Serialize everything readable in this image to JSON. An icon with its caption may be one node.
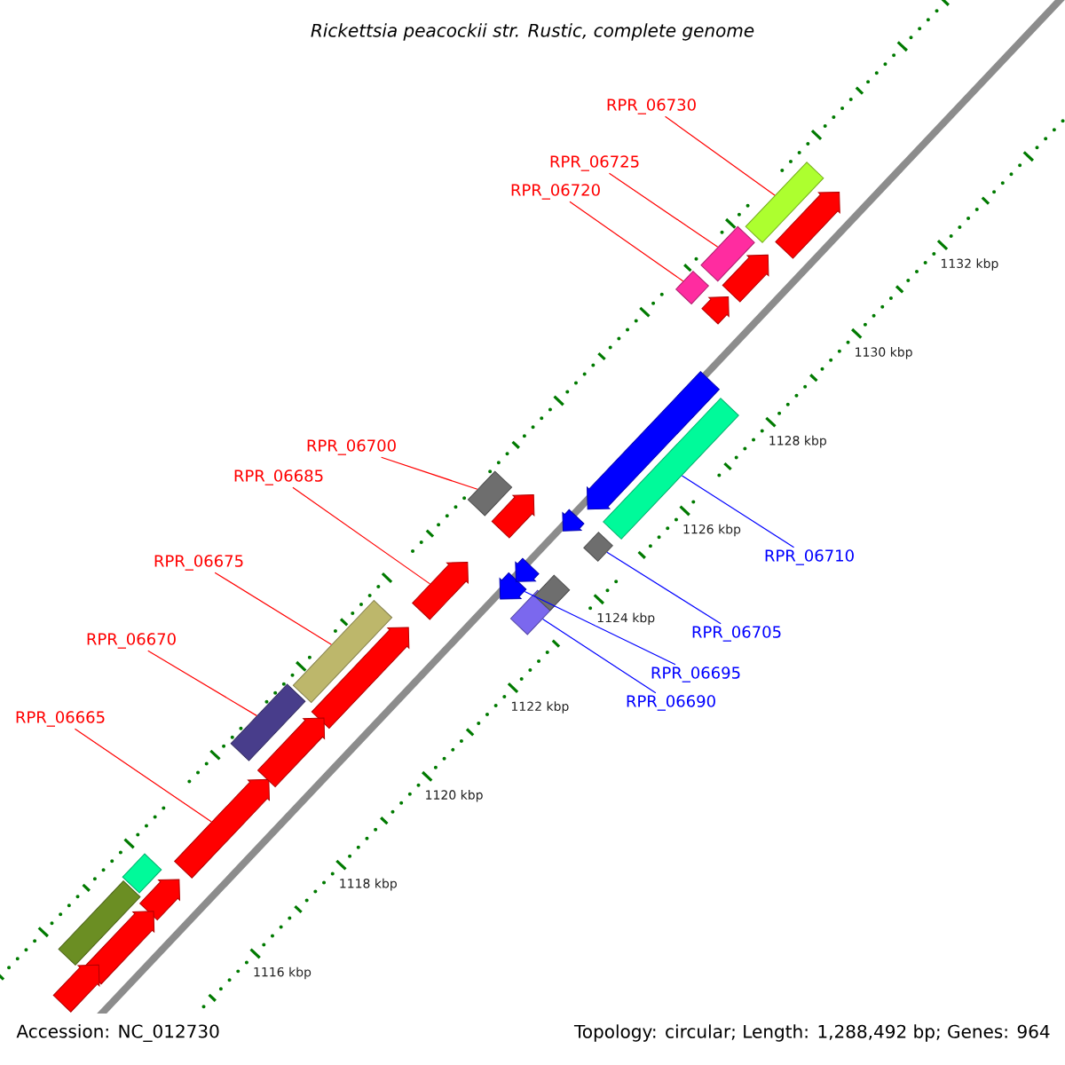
{
  "diagram": {
    "title": "Rickettsia peacockii str. Rustic, complete genome",
    "nodes": [
      {
        "text": [
          "RPR_06730"
        ]
      },
      {
        "text": [
          "RPR_06725"
        ]
      },
      {
        "text": [
          "RPR_06720"
        ]
      },
      {
        "text": [
          "RPR_06700"
        ]
      },
      {
        "text": [
          "RPR_06685"
        ]
      },
      {
        "text": [
          "RPR_06675"
        ]
      },
      {
        "text": [
          "RPR_06670"
        ]
      },
      {
        "text": [
          "RPR_06665"
        ]
      },
      {
        "text": [
          "RPR_06710"
        ]
      },
      {
        "text": [
          "RPR_06705"
        ]
      },
      {
        "text": [
          "RPR_06695"
        ]
      },
      {
        "text": [
          "RPR_06690"
        ]
      },
      {
        "text": [],
        "shape": "bar"
      },
      {
        "text": [],
        "shape": "bar"
      },
      {
        "text": [],
        "shape": "bar"
      },
      {
        "text": [],
        "shape": "bar"
      },
      {
        "text": [],
        "shape": "pentagon"
      },
      {
        "text": [],
        "shape": "bar"
      },
      {
        "text": [],
        "shape": "bar"
      },
      {
        "text": [],
        "shape": "pentagon"
      },
      {
        "text": [],
        "shape": "bar"
      },
      {
        "text": [],
        "shape": "bar"
      },
      {
        "text": [],
        "shape": "pentagon"
      },
      {
        "text": [],
        "shape": "bar"
      },
      {
        "text": [],
        "shape": "pentagon"
      },
      {
        "text": [],
        "shape": "pentagon"
      },
      {
        "text": [],
        "shape": "pentagon"
      },
      {
        "text": [],
        "shape": "pentagon"
      },
      {
        "text": [],
        "shape": "pentagon"
      },
      {
        "text": [],
        "shape": "pentagon"
      },
      {
        "text": [],
        "shape": "bar"
      },
      {
        "text": [],
        "shape": "bar"
      },
      {
        "text": [],
        "shape": "pentagon"
      },
      {
        "text": [],
        "shape": "pentagon"
      },
      {
        "text": [],
        "shape": "pentagon"
      },
      {
        "text": [],
        "shape": "pentagon"
      },
      {
        "text": [],
        "shape": "pentagon"
      },
      {
        "text": [],
        "shape": "pentagon"
      },
      {
        "text": [],
        "shape": "bar"
      }
    ],
    "edges": [
      {
        "from": 0,
        "to": 12,
        "arrow": "none"
      },
      {
        "from": 1,
        "to": 13,
        "arrow": "none"
      },
      {
        "from": 2,
        "to": 14,
        "arrow": "none"
      },
      {
        "from": 3,
        "to": 15,
        "arrow": "none"
      },
      {
        "from": 4,
        "to": 16,
        "arrow": "none"
      },
      {
        "from": 5,
        "to": 17,
        "arrow": "none"
      },
      {
        "from": 6,
        "to": 18,
        "arrow": "none"
      },
      {
        "from": 7,
        "to": 19,
        "arrow": "none"
      },
      {
        "from": 8,
        "to": 20,
        "arrow": "none",
        "color": "#0000ff"
      },
      {
        "from": 9,
        "to": 21,
        "arrow": "none",
        "color": "#0000ff"
      },
      {
        "from": 10,
        "to": 22,
        "arrow": "none",
        "color": "#0000ff"
      },
      {
        "from": 11,
        "to": 23,
        "arrow": "none",
        "color": "#0000ff"
      }
    ],
    "labels": [
      "1132 kbp",
      "1130 kbp",
      "1128 kbp",
      "1126 kbp",
      "1124 kbp",
      "1122 kbp",
      "1120 kbp",
      "1118 kbp",
      "1116 kbp",
      "Accession: NC_012730",
      "Topology: circular; Length: 1,288,492 bp; Genes: 964"
    ]
  }
}
